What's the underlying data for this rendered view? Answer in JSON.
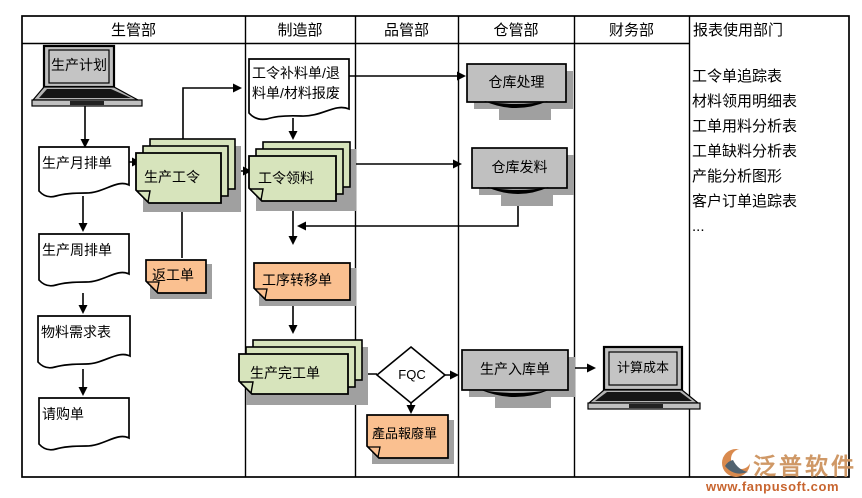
{
  "header": {
    "columns": [
      "生管部",
      "制造部",
      "品管部",
      "仓管部",
      "财务部",
      "报表使用部门"
    ]
  },
  "nodes": {
    "production_plan": "生产计划",
    "monthly_schedule": "生产月排单",
    "weekly_schedule": "生产周排单",
    "material_requirement": "物料需求表",
    "purchase_request": "请购单",
    "production_work_order": "生产工令",
    "rework_order": "返工单",
    "supplement_return_scrap_doc": "工令补料单/退料单/材料报废",
    "work_order_picking": "工令领料",
    "process_transfer": "工序转移单",
    "production_completion": "生产完工单",
    "fqc": "FQC",
    "product_scrap": "產品報廢單",
    "warehouse_processing": "仓库处理",
    "warehouse_issue": "仓库发料",
    "production_receipt": "生产入库单",
    "cost_calculation": "计算成本"
  },
  "reports": {
    "items": [
      "工令单追踪表",
      "材料领用明细表",
      "工单用料分析表",
      "工单缺料分析表",
      "产能分析图形",
      "客户订单追踪表",
      "..."
    ]
  },
  "logo": {
    "name": "泛普软件",
    "url": "www.fanpusoft.com"
  },
  "colors": {
    "stack_green": "#d7e4bc",
    "note_orange": "#fac090",
    "device_gray": "#c0c0c0",
    "shadow_gray": "#a0a0a0",
    "logo_orange": "#c8652f"
  }
}
